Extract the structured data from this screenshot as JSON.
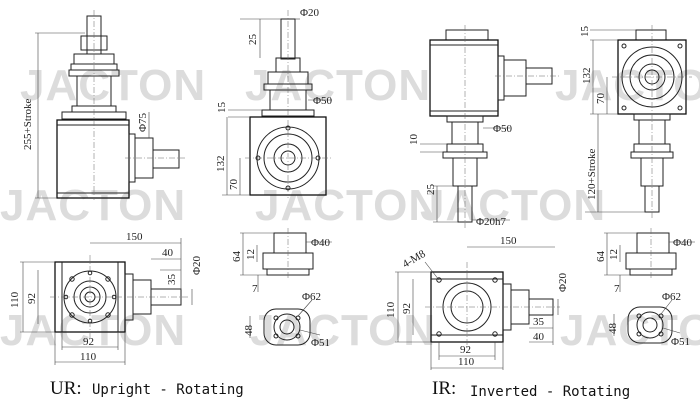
{
  "watermark": "JACTON",
  "ur": {
    "caption_code": "UR:",
    "caption_text": "Upright - Rotating",
    "side": {
      "d_stroke": "255+Stroke",
      "d_shaft": "Φ75"
    },
    "front": {
      "d_top": "Φ20",
      "d_25": "25",
      "d_50": "Φ50",
      "d_15": "15",
      "d_132": "132",
      "d_70": "70"
    },
    "plan": {
      "d_150": "150",
      "d_40": "40",
      "d_35": "35",
      "d_20": "Φ20",
      "d_110v": "110",
      "d_92v": "92",
      "d_92h": "92",
      "d_110h": "110"
    },
    "cap": {
      "d_64": "64",
      "d_12": "12",
      "d_40": "Φ40",
      "d_7": "7"
    },
    "flange": {
      "d_48": "48",
      "d_62": "Φ62",
      "d_51": "Φ51"
    }
  },
  "ir": {
    "caption_code": "IR:",
    "caption_text": "Inverted - Rotating",
    "front": {
      "d_50": "Φ50",
      "d_10": "10",
      "d_25": "25",
      "d_20h7": "Φ20h7"
    },
    "side": {
      "d_15": "15",
      "d_132": "132",
      "d_70": "70",
      "d_stroke": "120+Stroke"
    },
    "plan": {
      "d_150": "150",
      "d_m8": "4-M8",
      "d_20": "Φ20",
      "d_110v": "110",
      "d_92v": "92",
      "d_35": "35",
      "d_40": "40",
      "d_92h": "92",
      "d_110h": "110"
    },
    "cap": {
      "d_64": "64",
      "d_12": "12",
      "d_40": "Φ40",
      "d_7": "7"
    },
    "flange": {
      "d_48": "48",
      "d_62": "Φ62",
      "d_51": "Φ51"
    }
  }
}
